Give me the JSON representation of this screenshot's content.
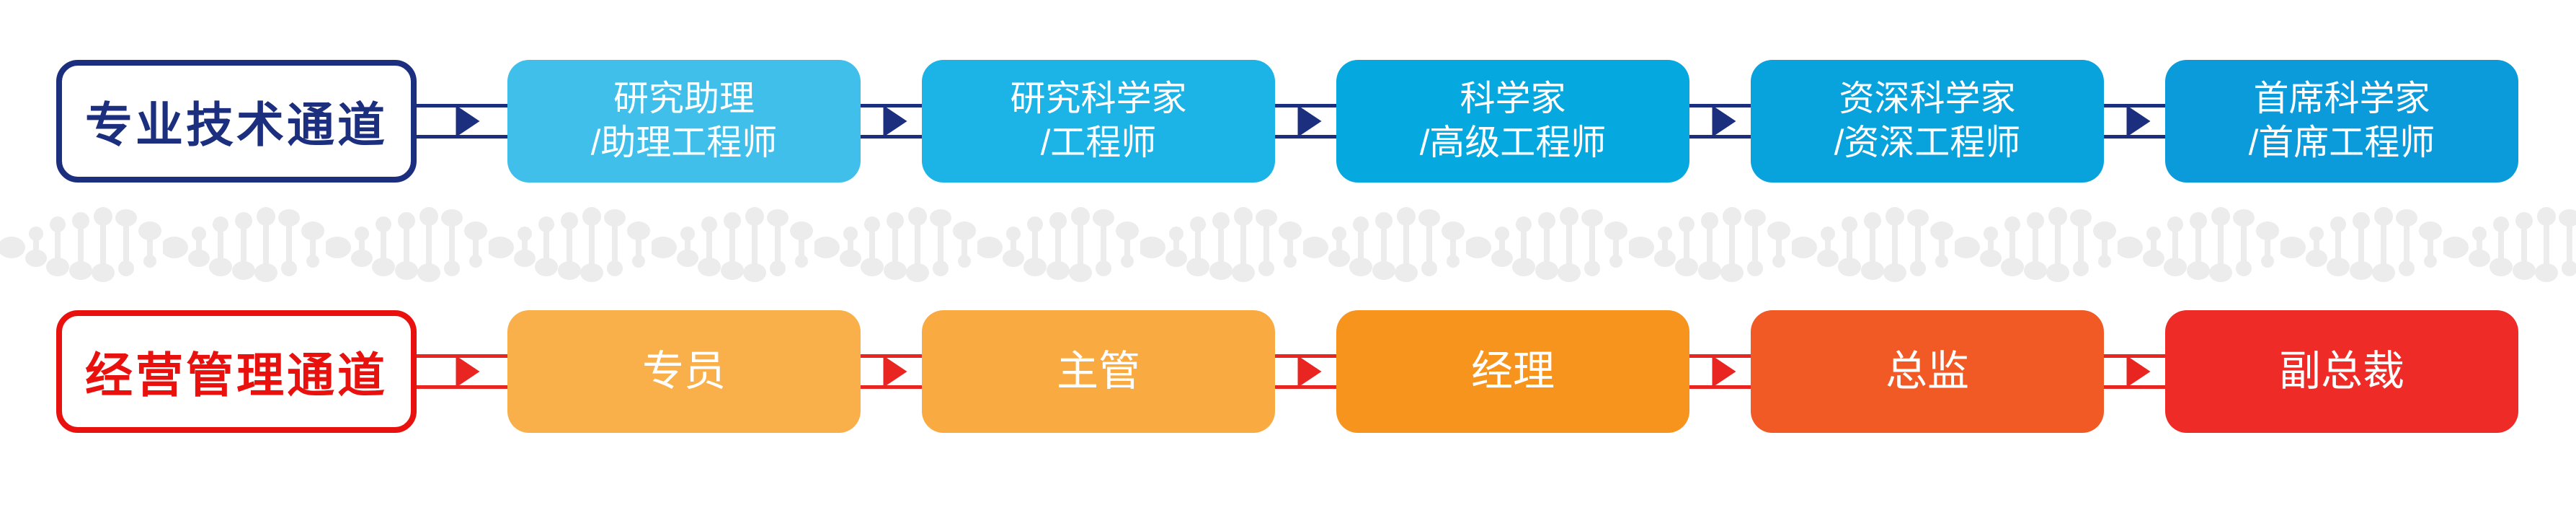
{
  "channels": [
    {
      "label": "专业技术通道",
      "accent": "#1C2E7E",
      "arrow_color": "#1C2E7E",
      "stages": [
        {
          "title": "研究助理",
          "subtitle": "/助理工程师",
          "color": "#3FBFE9"
        },
        {
          "title": "研究科学家",
          "subtitle": "/工程师",
          "color": "#1CB3E7"
        },
        {
          "title": "科学家",
          "subtitle": "/高级工程师",
          "color": "#06A8E0"
        },
        {
          "title": "资深科学家",
          "subtitle": "/资深工程师",
          "color": "#08A2DD"
        },
        {
          "title": "首席科学家",
          "subtitle": "/首席工程师",
          "color": "#0C9BDA"
        }
      ]
    },
    {
      "label": "经营管理通道",
      "accent": "#E8110E",
      "arrow_color": "#E92521",
      "stages": [
        {
          "title": "专员",
          "color": "#F9B04B"
        },
        {
          "title": "主管",
          "color": "#F9AB42"
        },
        {
          "title": "经理",
          "color": "#F7941D"
        },
        {
          "title": "总监",
          "color": "#F15A25"
        },
        {
          "title": "副总裁",
          "color": "#EE2B26"
        }
      ]
    }
  ],
  "divider": {
    "icon": "dna-strand",
    "color": "#ECECEC"
  }
}
